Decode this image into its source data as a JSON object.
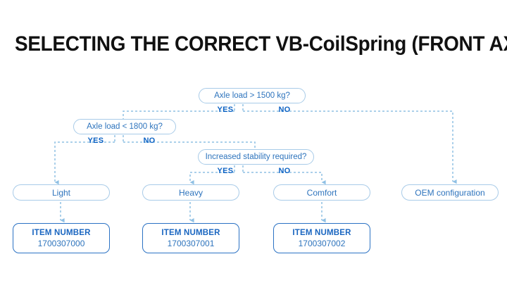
{
  "page": {
    "title": "SELECTING THE CORRECT VB-CoilSpring (FRONT AXLE)",
    "background_color": "#ffffff"
  },
  "colors": {
    "title_text": "#111111",
    "node_border_light": "#a8cbe8",
    "node_border_strong": "#2b72c4",
    "node_text": "#2e74bd",
    "branch_label": "#0d63c4",
    "connector": "#8fc0e4",
    "connector_arrow": "#8fc0e4"
  },
  "flow": {
    "type": "decision-tree",
    "decisions": [
      {
        "id": "d1",
        "label": "Axle load > 1500 kg?",
        "yes_label": "YES",
        "no_label": "NO",
        "yes_target": "d2",
        "no_target": "r4"
      },
      {
        "id": "d2",
        "label": "Axle load < 1800 kg?",
        "yes_label": "YES",
        "no_label": "NO",
        "yes_target": "r1",
        "no_target": "d3"
      },
      {
        "id": "d3",
        "label": "Increased stability required?",
        "yes_label": "YES",
        "no_label": "NO",
        "yes_target": "r2",
        "no_target": "r3"
      }
    ],
    "results": [
      {
        "id": "r1",
        "label": "Light"
      },
      {
        "id": "r2",
        "label": "Heavy"
      },
      {
        "id": "r3",
        "label": "Comfort"
      },
      {
        "id": "r4",
        "label": "OEM configuration"
      }
    ],
    "items": [
      {
        "id": "i1",
        "title": "ITEM NUMBER",
        "number": "1700307000",
        "from": "r1"
      },
      {
        "id": "i2",
        "title": "ITEM NUMBER",
        "number": "1700307001",
        "from": "r2"
      },
      {
        "id": "i3",
        "title": "ITEM NUMBER",
        "number": "1700307002",
        "from": "r3"
      }
    ]
  }
}
